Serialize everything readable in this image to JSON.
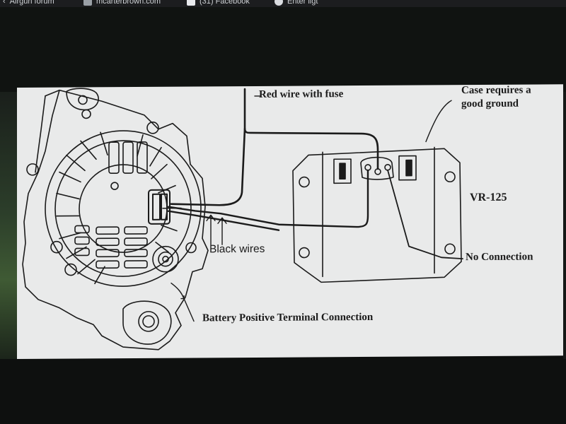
{
  "browser_bookmarks": [
    {
      "label": "Airgun forum",
      "icon": "bookmark-page-icon"
    },
    {
      "label": "mcarterbrown.com",
      "icon": "site-icon"
    },
    {
      "label": "(31) Facebook",
      "icon": "facebook-icon"
    },
    {
      "label": "Enter ligt",
      "icon": "site-round-icon"
    }
  ],
  "diagram": {
    "labels": {
      "red_wire": "Red wire with fuse",
      "case_ground_line1": "Case requires a",
      "case_ground_line2": "good ground",
      "regulator_model": "VR-125",
      "black_wires": "Black wires",
      "no_connection": "No Connection",
      "battery_terminal": "Battery Positive Terminal Connection"
    },
    "colors": {
      "paper": "#e9eaea",
      "ink": "#1b1b1b",
      "bezel": "#0d0f0e"
    }
  }
}
